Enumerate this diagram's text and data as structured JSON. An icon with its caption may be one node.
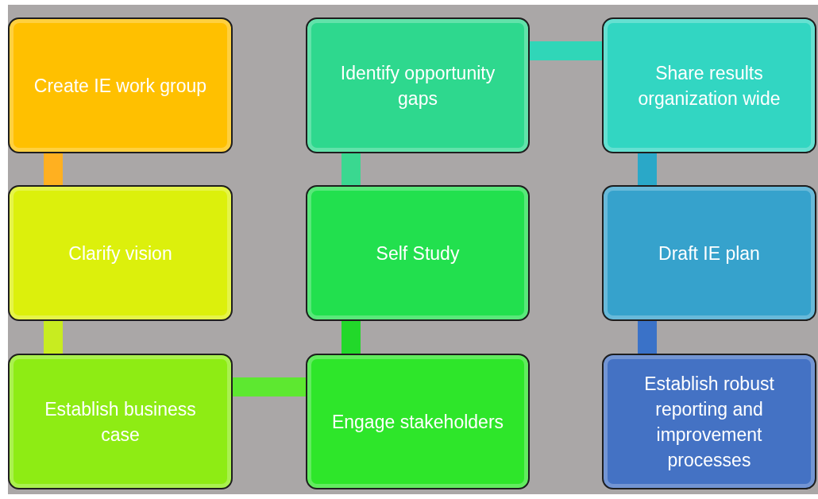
{
  "diagram": {
    "nodes": [
      {
        "text": [
          "Create IE work group"
        ]
      },
      {
        "text": [
          "Clarify vision"
        ]
      },
      {
        "text": [
          "Establish business case"
        ]
      },
      {
        "text": [
          "Engage stakeholders"
        ]
      },
      {
        "text": [
          "Self Study"
        ]
      },
      {
        "text": [
          "Identify opportunity gaps"
        ]
      },
      {
        "text": [
          "Share results organization wide"
        ]
      },
      {
        "text": [
          "Draft IE plan"
        ]
      },
      {
        "text": [
          "Establish robust reporting and improvement processes"
        ]
      }
    ],
    "edges": [
      {
        "from": 0,
        "to": 1,
        "arrow": "none",
        "color": "#ffb020"
      },
      {
        "from": 1,
        "to": 2,
        "arrow": "none",
        "color": "#c8ec20"
      },
      {
        "from": 2,
        "to": 3,
        "arrow": "none",
        "color": "#5de830"
      },
      {
        "from": 3,
        "to": 4,
        "arrow": "none",
        "color": "#22d82a"
      },
      {
        "from": 4,
        "to": 5,
        "arrow": "none",
        "color": "#3ad890"
      },
      {
        "from": 5,
        "to": 6,
        "arrow": "none",
        "color": "#30d6b8"
      },
      {
        "from": 6,
        "to": 7,
        "arrow": "none",
        "color": "#2aa8c8"
      },
      {
        "from": 7,
        "to": 8,
        "arrow": "none",
        "color": "#3a72c8"
      }
    ]
  }
}
